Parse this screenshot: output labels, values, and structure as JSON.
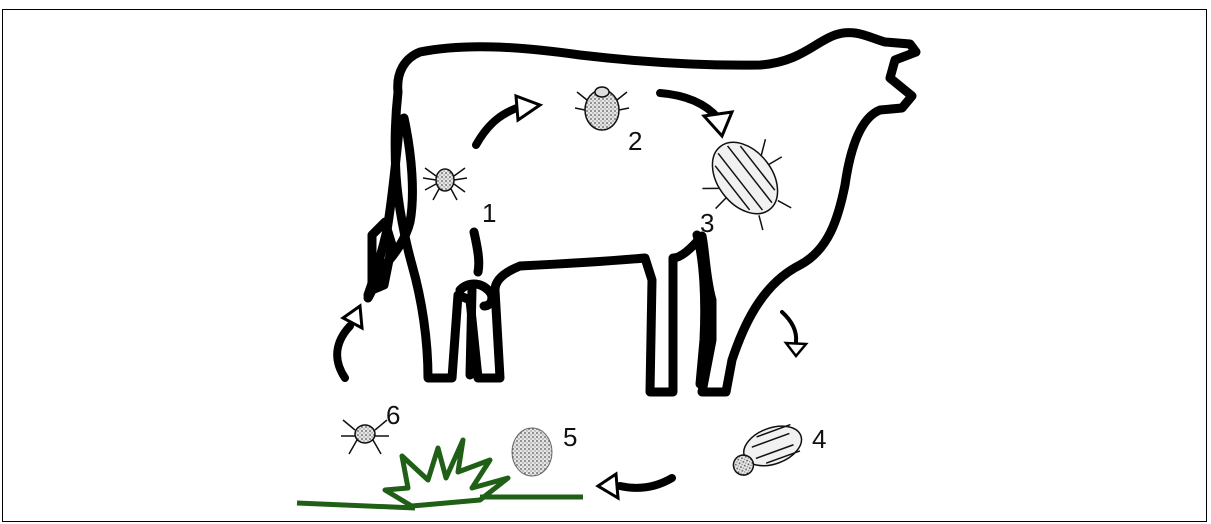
{
  "colors": {
    "outline": "#000000",
    "grass": "#1f5f16",
    "tick_fill": "#bdbdbd",
    "background": "#ffffff"
  },
  "stages": [
    {
      "label": "1",
      "icon": "larva-tick-icon"
    },
    {
      "label": "2",
      "icon": "nymph-tick-icon"
    },
    {
      "label": "3",
      "icon": "engorged-adult-tick-icon"
    },
    {
      "label": "4",
      "icon": "egg-laying-tick-icon"
    },
    {
      "label": "5",
      "icon": "egg-mass-icon"
    },
    {
      "label": "6",
      "icon": "hatched-larva-tick-icon"
    }
  ]
}
